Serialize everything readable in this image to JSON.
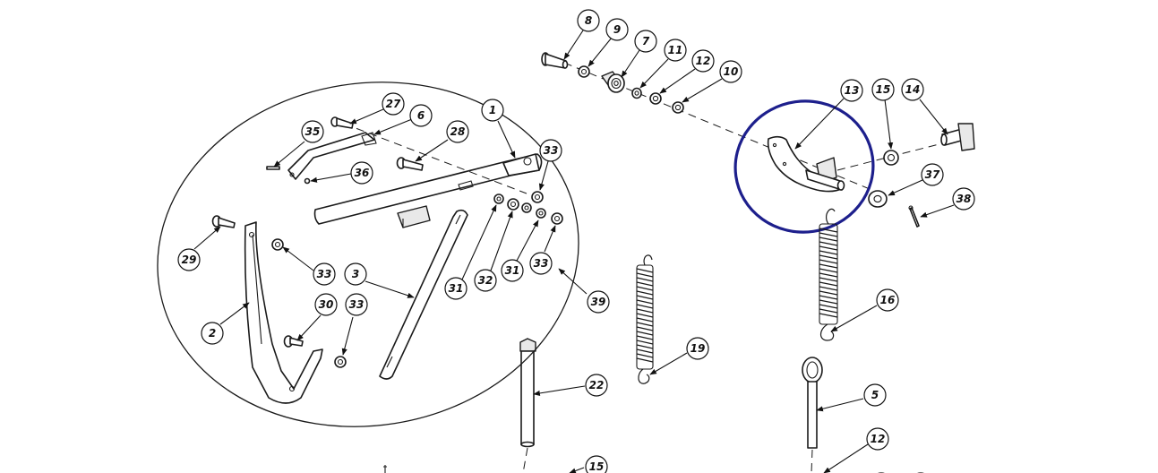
{
  "diagram": {
    "highlight_color": "#1d1f8c",
    "callouts": [
      {
        "id": "c8",
        "label": "8"
      },
      {
        "id": "c9",
        "label": "9"
      },
      {
        "id": "c7",
        "label": "7"
      },
      {
        "id": "c11",
        "label": "11"
      },
      {
        "id": "c12a",
        "label": "12"
      },
      {
        "id": "c10",
        "label": "10"
      },
      {
        "id": "c13",
        "label": "13"
      },
      {
        "id": "c15a",
        "label": "15"
      },
      {
        "id": "c14",
        "label": "14"
      },
      {
        "id": "c37",
        "label": "37"
      },
      {
        "id": "c38",
        "label": "38"
      },
      {
        "id": "c27",
        "label": "27"
      },
      {
        "id": "c6",
        "label": "6"
      },
      {
        "id": "c1",
        "label": "1"
      },
      {
        "id": "c35",
        "label": "35"
      },
      {
        "id": "c28",
        "label": "28"
      },
      {
        "id": "c33a",
        "label": "33"
      },
      {
        "id": "c36",
        "label": "36"
      },
      {
        "id": "c29",
        "label": "29"
      },
      {
        "id": "c33b",
        "label": "33"
      },
      {
        "id": "c3",
        "label": "3"
      },
      {
        "id": "c31a",
        "label": "31"
      },
      {
        "id": "c32",
        "label": "32"
      },
      {
        "id": "c31b",
        "label": "31"
      },
      {
        "id": "c33c",
        "label": "33"
      },
      {
        "id": "c39",
        "label": "39"
      },
      {
        "id": "c30",
        "label": "30"
      },
      {
        "id": "c33d",
        "label": "33"
      },
      {
        "id": "c2",
        "label": "2"
      },
      {
        "id": "c16",
        "label": "16"
      },
      {
        "id": "c19",
        "label": "19"
      },
      {
        "id": "c22",
        "label": "22"
      },
      {
        "id": "c5",
        "label": "5"
      },
      {
        "id": "c12b",
        "label": "12"
      },
      {
        "id": "c15b",
        "label": "15"
      }
    ]
  }
}
